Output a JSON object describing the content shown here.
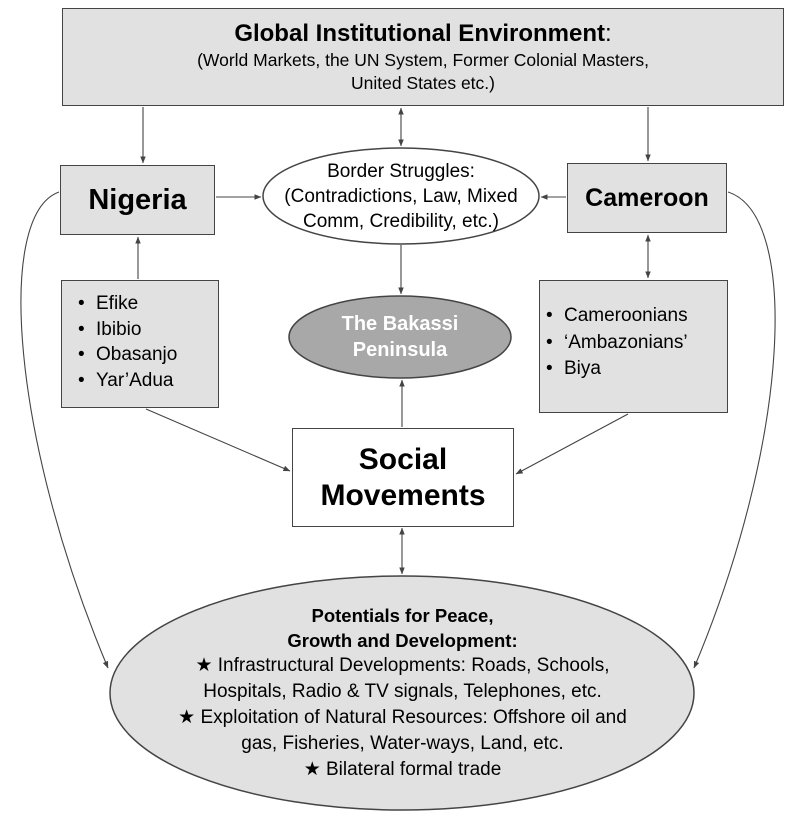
{
  "global": {
    "title": "Global Institutional Environment",
    "colon": ":",
    "subtitle_line1": "(World Markets, the UN System, Former Colonial Masters,",
    "subtitle_line2": "United States etc.)"
  },
  "nigeria": {
    "label": "Nigeria",
    "items": [
      "Efike",
      "Ibibio",
      "Obasanjo",
      "Yar’Adua"
    ]
  },
  "cameroon": {
    "label": "Cameroon",
    "items": [
      "Cameroonians",
      "‘Ambazonians’",
      "Biya"
    ]
  },
  "border_struggles": {
    "line1": "Border Struggles:",
    "line2": "(Contradictions, Law, Mixed",
    "line3": "Comm, Credibility, etc.)"
  },
  "bakassi": {
    "line1": "The Bakassi",
    "line2": "Peninsula"
  },
  "social_movements": {
    "line1": "Social",
    "line2": "Movements"
  },
  "potentials": {
    "heading_line1": "Potentials for Peace,",
    "heading_line2": "Growth and Development:",
    "lines": [
      "★ Infrastructural Developments: Roads, Schools,",
      "Hospitals, Radio & TV signals, Telephones, etc.",
      "★ Exploitation of Natural Resources: Offshore oil and",
      "gas, Fisheries, Water-ways, Land, etc.",
      "★ Bilateral formal trade"
    ]
  },
  "colors": {
    "box_fill": "#e1e1e1",
    "bakassi_fill": "#a8a8a8",
    "stroke": "#444444"
  }
}
